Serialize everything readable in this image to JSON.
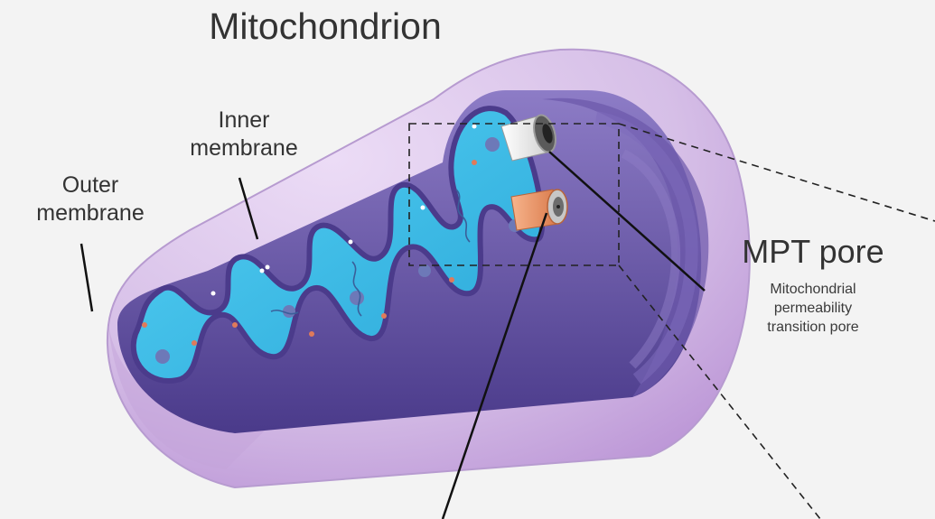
{
  "title": "Mitochondrion",
  "labels": {
    "inner_membrane": "Inner\nmembrane",
    "outer_membrane": "Outer\nmembrane",
    "mpt_pore": "MPT pore",
    "mpt_pore_full": "Mitochondrial\npermeability\ntransition pore"
  },
  "colors": {
    "background": "#f3f3f3",
    "outer_membrane": "#c9a6dc",
    "inner_membrane": "#5a4496",
    "matrix": "#3bbfe8",
    "mpt_pore": "#f0f0f0",
    "channel": "#e8956a",
    "text": "#333333"
  }
}
